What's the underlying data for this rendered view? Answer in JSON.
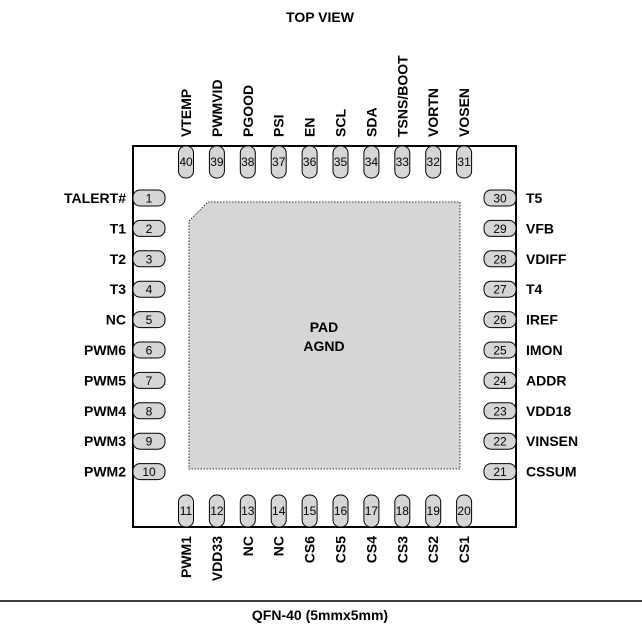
{
  "title": "TOP VIEW",
  "package": "QFN-40 (5mmx5mm)",
  "pad": {
    "line1": "PAD",
    "line2": "AGND"
  },
  "colors": {
    "pad_fill": "#d6d6d6",
    "pin_fill": "#d6d6d6",
    "stroke": "#000000",
    "background": "#ffffff"
  },
  "pins": {
    "left": [
      {
        "n": "1",
        "name": "TALERT#"
      },
      {
        "n": "2",
        "name": "T1"
      },
      {
        "n": "3",
        "name": "T2"
      },
      {
        "n": "4",
        "name": "T3"
      },
      {
        "n": "5",
        "name": "NC"
      },
      {
        "n": "6",
        "name": "PWM6"
      },
      {
        "n": "7",
        "name": "PWM5"
      },
      {
        "n": "8",
        "name": "PWM4"
      },
      {
        "n": "9",
        "name": "PWM3"
      },
      {
        "n": "10",
        "name": "PWM2"
      }
    ],
    "bottom": [
      {
        "n": "11",
        "name": "PWM1"
      },
      {
        "n": "12",
        "name": "VDD33"
      },
      {
        "n": "13",
        "name": "NC"
      },
      {
        "n": "14",
        "name": "NC"
      },
      {
        "n": "15",
        "name": "CS6"
      },
      {
        "n": "16",
        "name": "CS5"
      },
      {
        "n": "17",
        "name": "CS4"
      },
      {
        "n": "18",
        "name": "CS3"
      },
      {
        "n": "19",
        "name": "CS2"
      },
      {
        "n": "20",
        "name": "CS1"
      }
    ],
    "right": [
      {
        "n": "30",
        "name": "T5"
      },
      {
        "n": "29",
        "name": "VFB"
      },
      {
        "n": "28",
        "name": "VDIFF"
      },
      {
        "n": "27",
        "name": "T4"
      },
      {
        "n": "26",
        "name": "IREF"
      },
      {
        "n": "25",
        "name": "IMON"
      },
      {
        "n": "24",
        "name": "ADDR"
      },
      {
        "n": "23",
        "name": "VDD18"
      },
      {
        "n": "22",
        "name": "VINSEN"
      },
      {
        "n": "21",
        "name": "CSSUM"
      }
    ],
    "top": [
      {
        "n": "40",
        "name": "VTEMP"
      },
      {
        "n": "39",
        "name": "PWMVID"
      },
      {
        "n": "38",
        "name": "PGOOD"
      },
      {
        "n": "37",
        "name": "PSI"
      },
      {
        "n": "36",
        "name": "EN"
      },
      {
        "n": "35",
        "name": "SCL"
      },
      {
        "n": "34",
        "name": "SDA"
      },
      {
        "n": "33",
        "name": "TSNS/BOOT"
      },
      {
        "n": "32",
        "name": "VORTN"
      },
      {
        "n": "31",
        "name": "VOSEN"
      }
    ]
  }
}
